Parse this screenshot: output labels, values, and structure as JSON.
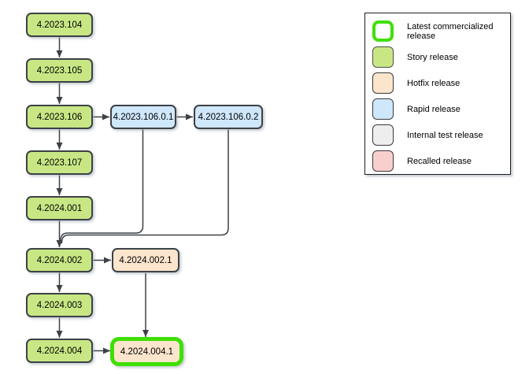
{
  "diagram_title": "",
  "colors": {
    "background": "#ffffff",
    "edge": "#3c4146",
    "node_border": "#3c4146",
    "story_fill": "#c8e784",
    "rapid_fill": "#cfe7fb",
    "hotfix_fill": "#fbe5cd",
    "internal_test_fill": "#eeeeee",
    "recalled_fill": "#f9cfcd",
    "latest_border": "#3fdf00",
    "latest_fill": "#fbe5cd",
    "text": "#000000"
  },
  "flowchart": {
    "nodes": [
      {
        "id": "n0",
        "label": "4.2023.104",
        "type": "story"
      },
      {
        "id": "n1",
        "label": "4.2023.105",
        "type": "story"
      },
      {
        "id": "n2",
        "label": "4.2023.106",
        "type": "story"
      },
      {
        "id": "n3",
        "label": "4.2023.107",
        "type": "story"
      },
      {
        "id": "n4",
        "label": "4.2024.001",
        "type": "story"
      },
      {
        "id": "n5",
        "label": "4.2024.002",
        "type": "story"
      },
      {
        "id": "n6",
        "label": "4.2024.003",
        "type": "story"
      },
      {
        "id": "n7",
        "label": "4.2024.004",
        "type": "story"
      },
      {
        "id": "n8",
        "label": "4.2023.106.0.1",
        "type": "rapid"
      },
      {
        "id": "n9",
        "label": "4.2023.106.0.2",
        "type": "rapid"
      },
      {
        "id": "n10",
        "label": "4.2024.002.1",
        "type": "hotfix"
      },
      {
        "id": "n11",
        "label": "4.2024.004.1",
        "type": "hotfix latest-commercialized"
      }
    ],
    "edges": [
      {
        "from": "4.2023.104",
        "to": "4.2023.105"
      },
      {
        "from": "4.2023.105",
        "to": "4.2023.106"
      },
      {
        "from": "4.2023.106",
        "to": "4.2023.107"
      },
      {
        "from": "4.2023.106",
        "to": "4.2023.106.0.1"
      },
      {
        "from": "4.2023.106.0.1",
        "to": "4.2023.106.0.2"
      },
      {
        "from": "4.2023.106.0.1",
        "to": "4.2024.002"
      },
      {
        "from": "4.2023.106.0.2",
        "to": "4.2024.002"
      },
      {
        "from": "4.2023.107",
        "to": "4.2024.001"
      },
      {
        "from": "4.2024.001",
        "to": "4.2024.002"
      },
      {
        "from": "4.2024.002",
        "to": "4.2024.002.1"
      },
      {
        "from": "4.2024.002",
        "to": "4.2024.003"
      },
      {
        "from": "4.2024.002.1",
        "to": "4.2024.004.1"
      },
      {
        "from": "4.2024.003",
        "to": "4.2024.004"
      },
      {
        "from": "4.2024.004",
        "to": "4.2024.004.1"
      }
    ]
  },
  "legend": {
    "items": [
      {
        "label": "Latest commercialized release",
        "fill": "#ffffff",
        "border": "#3fdf00"
      },
      {
        "label": "Story release",
        "fill": "#c8e784",
        "border": "#4d4d4d"
      },
      {
        "label": "Hotfix release",
        "fill": "#fbe5cd",
        "border": "#3a3a3a"
      },
      {
        "label": "Rapid release",
        "fill": "#cfe7fb",
        "border": "#3a3a3a"
      },
      {
        "label": "Internal test release",
        "fill": "#eeeeee",
        "border": "#3a3a3a"
      },
      {
        "label": "Recalled release",
        "fill": "#f9cfcd",
        "border": "#3a3a3a"
      }
    ]
  }
}
